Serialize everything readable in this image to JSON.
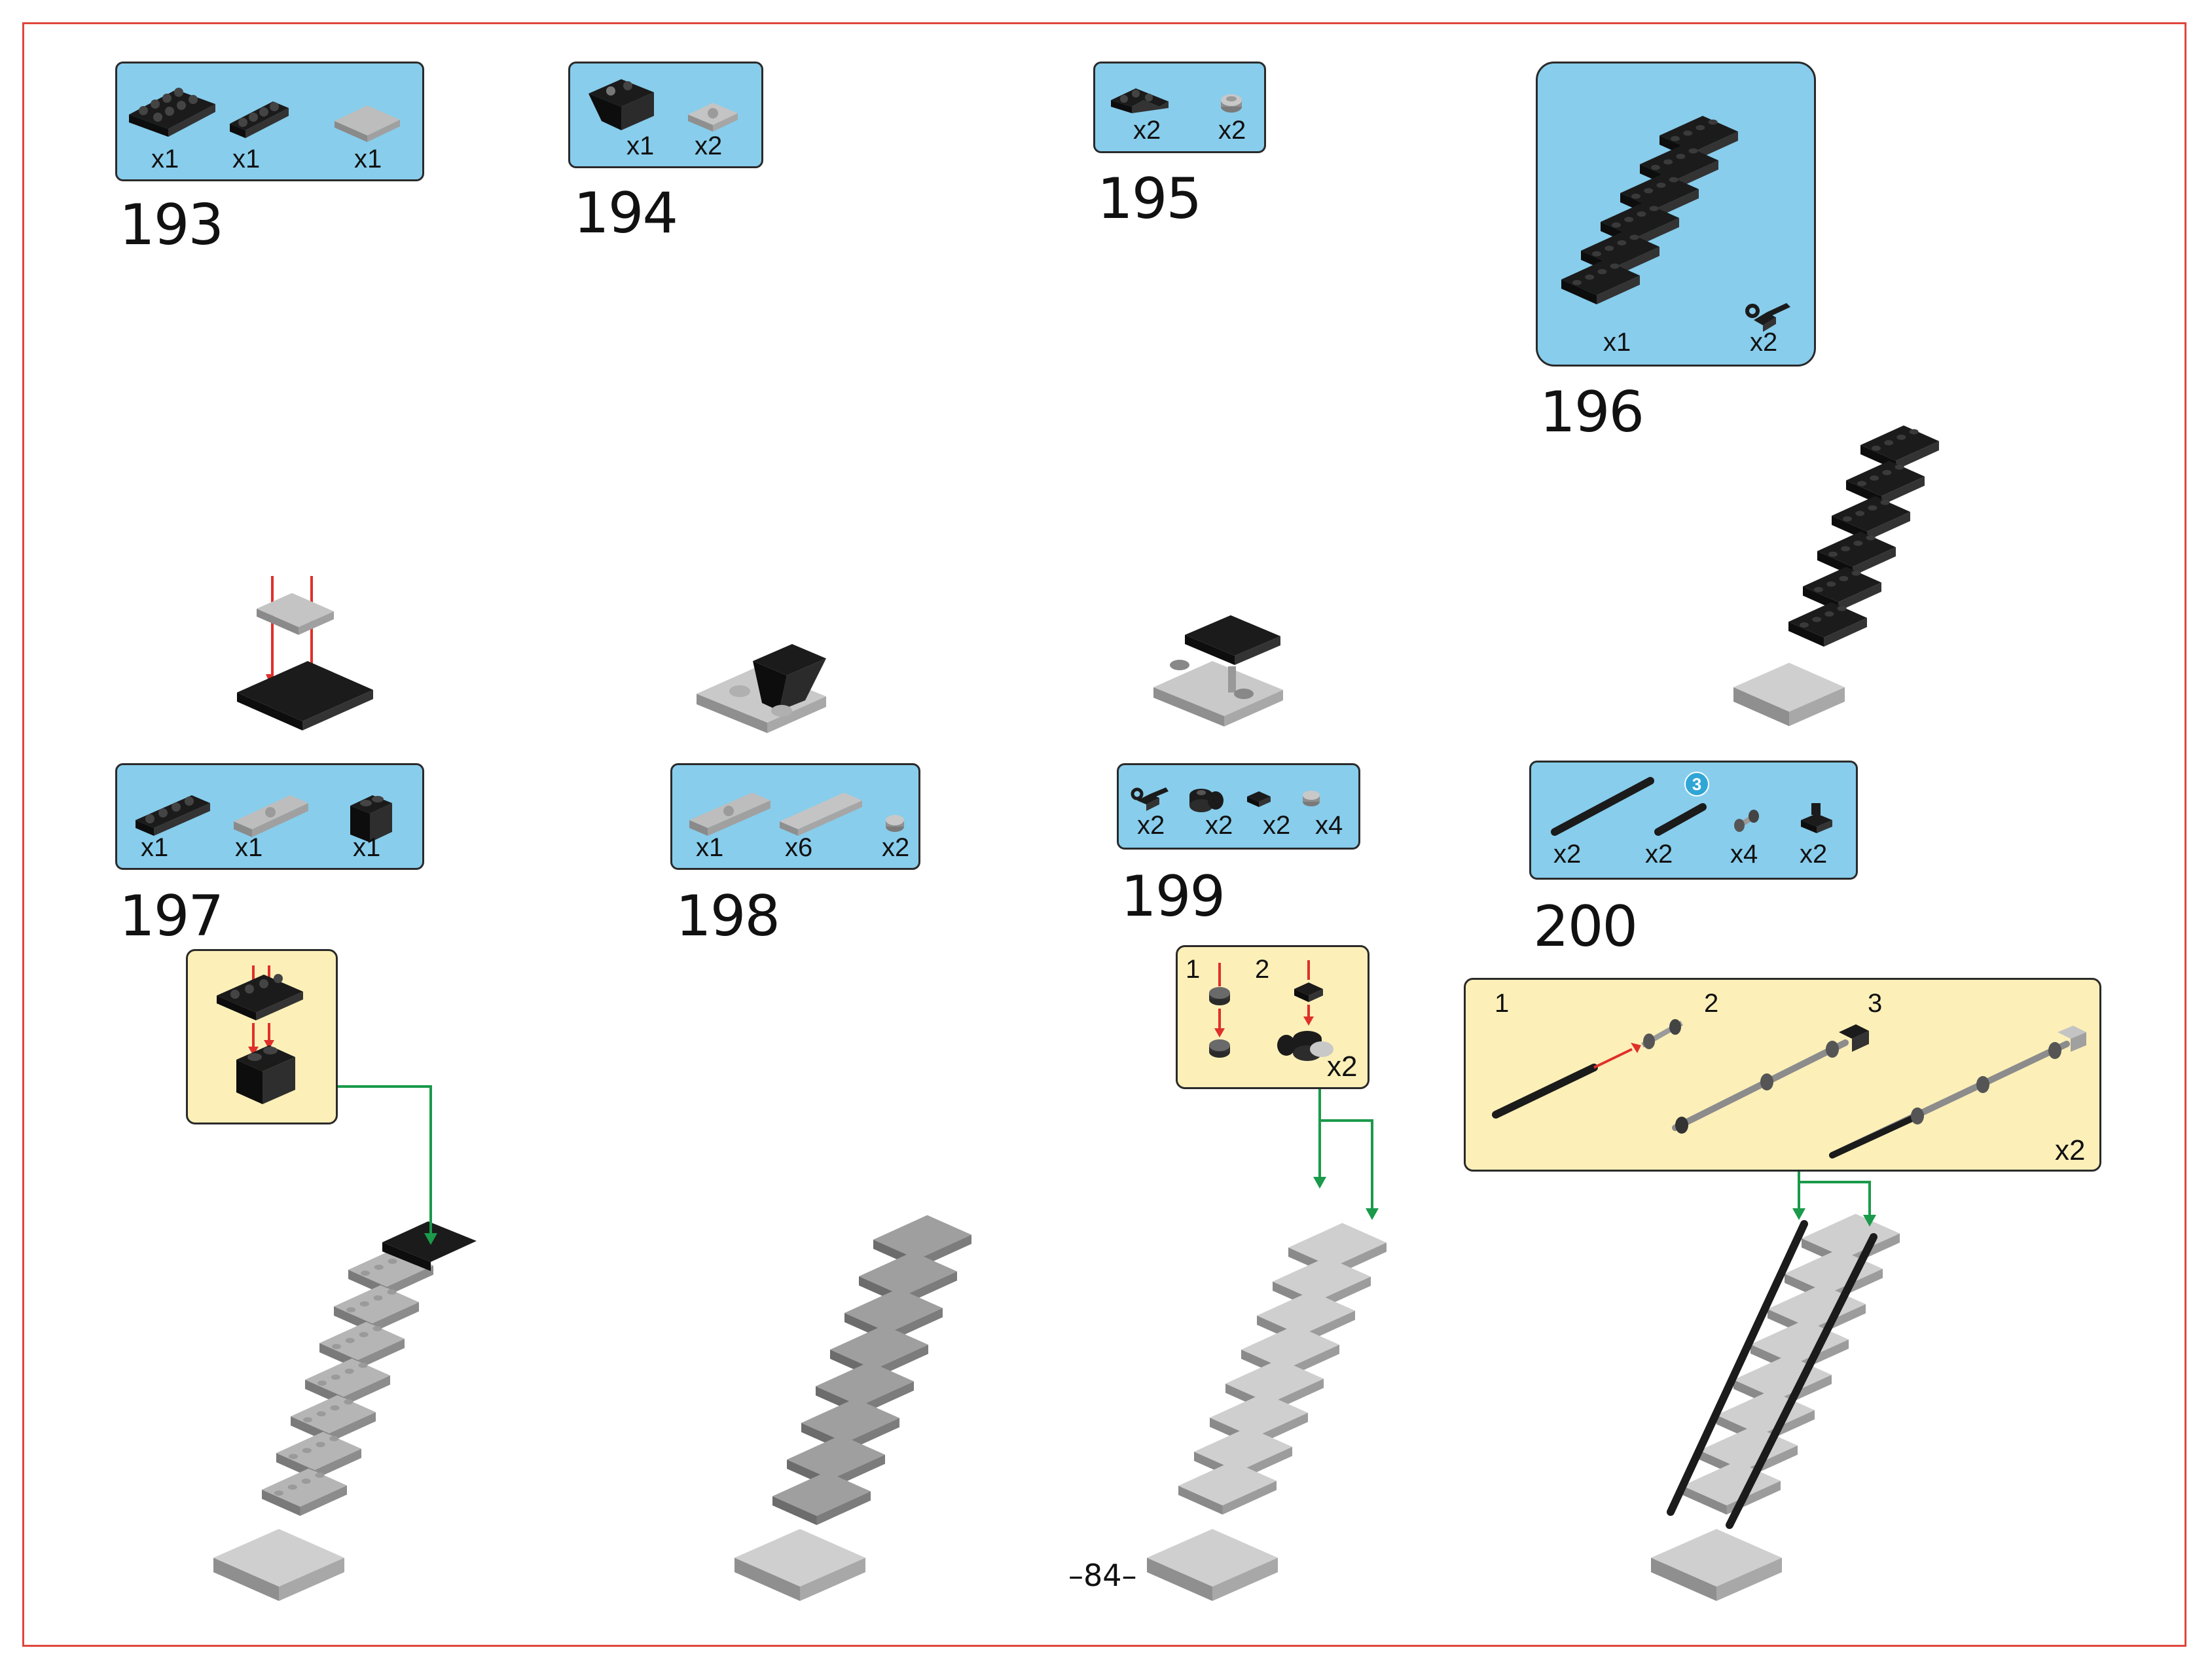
{
  "page": {
    "number": "–84–"
  },
  "colors": {
    "frame": "#e0453e",
    "parts_box": "#88cdec",
    "sub_box": "#fcf0b8",
    "arrow_green": "#1a9a4a",
    "arrow_red": "#e0302a",
    "brick_black": "#1b1b1b",
    "brick_grey": "#b9b9b9"
  },
  "steps": [
    {
      "number": "193",
      "parts": [
        {
          "name": "black plate 2x4",
          "qty": "x1"
        },
        {
          "name": "black plate 1x4",
          "qty": "x1"
        },
        {
          "name": "grey tile 2x2",
          "qty": "x1"
        }
      ]
    },
    {
      "number": "194",
      "parts": [
        {
          "name": "black slope",
          "qty": "x1"
        },
        {
          "name": "grey jumper plate",
          "qty": "x2"
        }
      ]
    },
    {
      "number": "195",
      "parts": [
        {
          "name": "black corner plate",
          "qty": "x2"
        },
        {
          "name": "round plate",
          "qty": "x2"
        }
      ]
    },
    {
      "number": "196",
      "parts": [
        {
          "name": "black staircase assembly",
          "qty": "x1"
        },
        {
          "name": "clip",
          "qty": "x2"
        }
      ]
    },
    {
      "number": "197",
      "parts": [
        {
          "name": "black plate 1x4",
          "qty": "x1"
        },
        {
          "name": "grey jumper 1x4",
          "qty": "x1"
        },
        {
          "name": "black brick 1x2",
          "qty": "x1"
        }
      ]
    },
    {
      "number": "198",
      "parts": [
        {
          "name": "grey jumper 1x4",
          "qty": "x1"
        },
        {
          "name": "grey tile 1x4",
          "qty": "x6"
        },
        {
          "name": "round plate",
          "qty": "x2"
        }
      ]
    },
    {
      "number": "199",
      "parts": [
        {
          "name": "clip",
          "qty": "x2"
        },
        {
          "name": "bracket",
          "qty": "x2"
        },
        {
          "name": "tile 1x1",
          "qty": "x2"
        },
        {
          "name": "round plate",
          "qty": "x4"
        }
      ]
    },
    {
      "number": "200",
      "parts": [
        {
          "name": "long bar",
          "qty": "x2"
        },
        {
          "name": "short bar",
          "qty": "x2"
        },
        {
          "name": "bar holder",
          "qty": "x4"
        },
        {
          "name": "clip plate",
          "qty": "x2"
        }
      ]
    }
  ],
  "substeps": {
    "step199": {
      "labels": [
        "1",
        "2"
      ],
      "multiplier": "x2"
    },
    "step200": {
      "labels": [
        "1",
        "2",
        "3"
      ],
      "multiplier": "x2",
      "badge": "3"
    }
  }
}
